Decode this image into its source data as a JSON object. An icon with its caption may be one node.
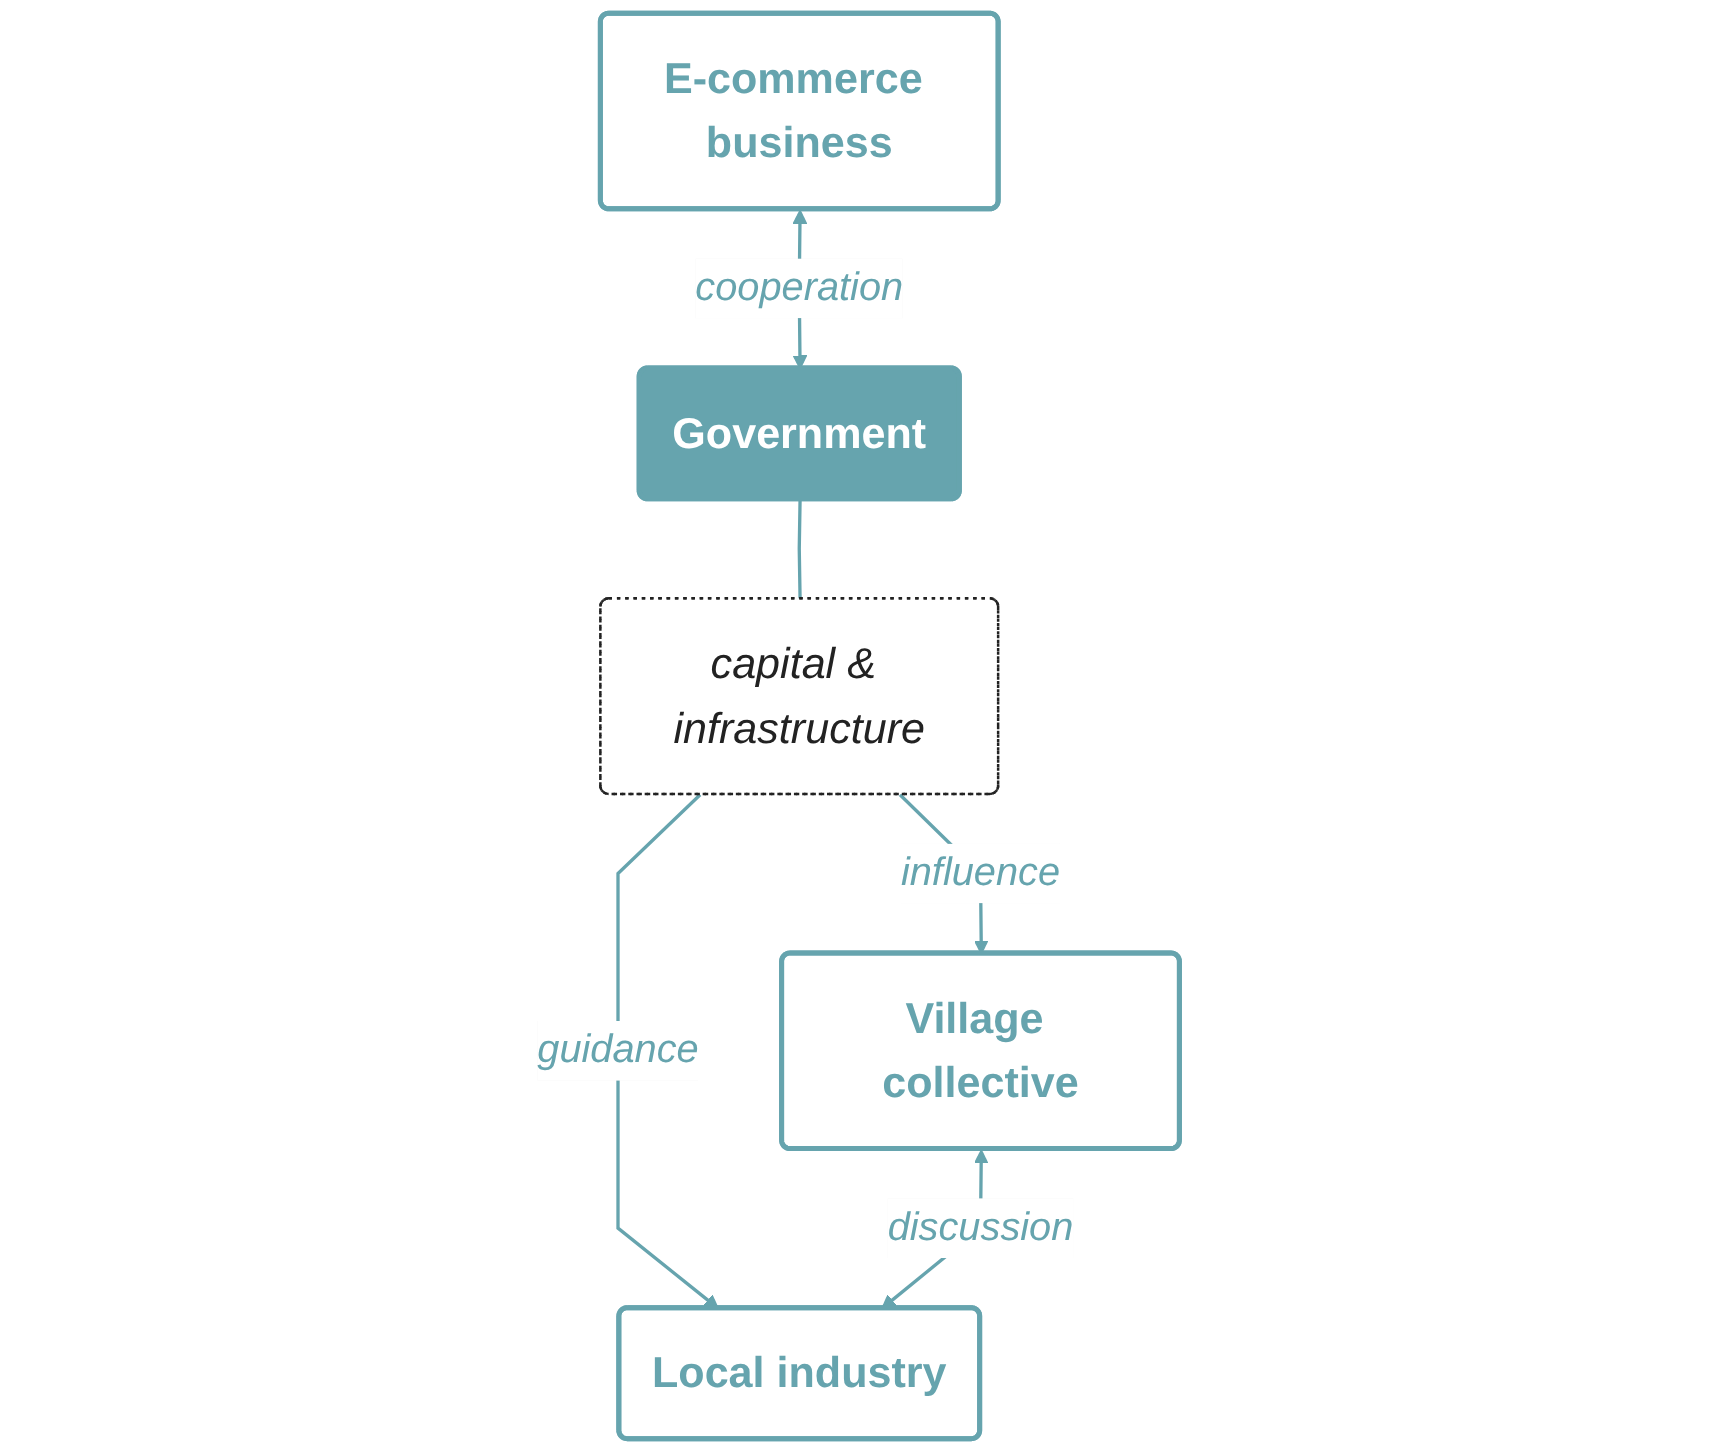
{
  "diagram": {
    "nodes": [
      {
        "text": [
          "E-commerce business"
        ]
      },
      {
        "text": [
          "Government"
        ]
      },
      {
        "text": [
          "capital & infrastructure"
        ]
      },
      {
        "text": [
          "Village collective"
        ]
      },
      {
        "text": [
          "Local industry"
        ]
      }
    ],
    "edges": [
      {
        "from": 0,
        "to": 1,
        "arrow": "both",
        "label": "cooperation"
      },
      {
        "from": 1,
        "to": 2,
        "arrow": "none"
      },
      {
        "from": 2,
        "to": 3,
        "arrow": "to",
        "label": "influence"
      },
      {
        "from": 2,
        "to": 4,
        "arrow": "to",
        "label": "guidance"
      },
      {
        "from": 3,
        "to": 4,
        "arrow": "both",
        "label": "discussion"
      }
    ]
  }
}
